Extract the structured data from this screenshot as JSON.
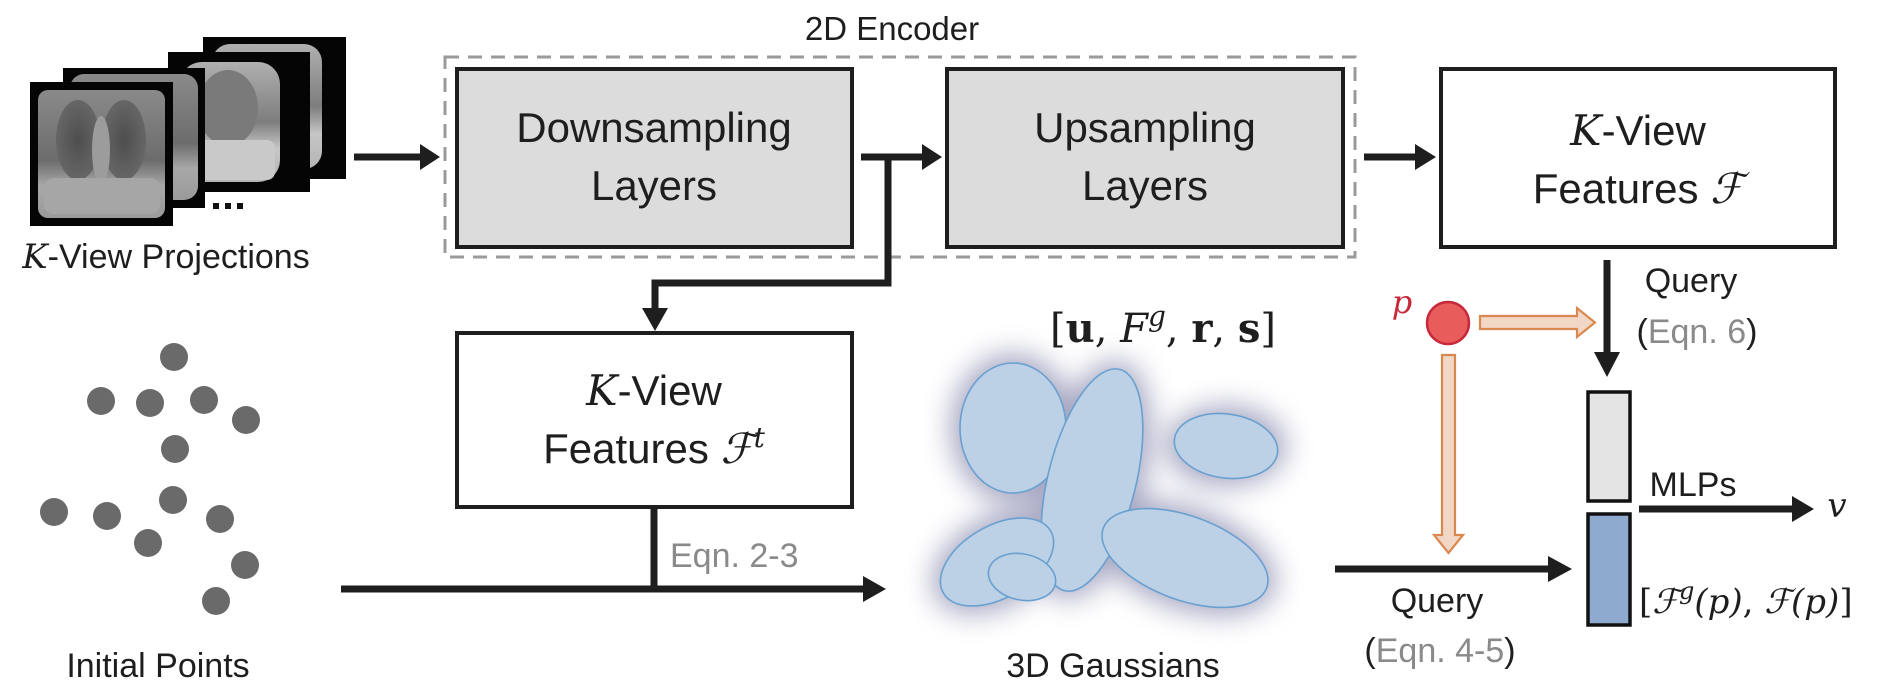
{
  "title": "2D Encoder to 3D Gaussians pipeline",
  "colors": {
    "line": "#1e1e1e",
    "encoder_box_fill": "#dcdcdc",
    "dashed_border": "#9a9a9a",
    "equation_ref_text": "#8a8a8a",
    "point_fill": "#6a6a6a",
    "gaussian_fill": "#bcd0e6",
    "gaussian_stroke": "#6aa0d0",
    "query_point_fill": "#e85c5c",
    "query_point_stroke": "#c8283a",
    "orange_arrow_fill": "#f2d6c6",
    "orange_arrow_stroke": "#d9884f",
    "feature_gray_fill": "#e4e4e4",
    "feature_blue_fill": "#8eabcf"
  },
  "projections": {
    "label_var": "K",
    "label_rest": "-View Projections",
    "ellipsis": "..."
  },
  "encoder": {
    "title": "2D Encoder",
    "downsampling": {
      "line1": "Downsampling",
      "line2": "Layers"
    },
    "upsampling": {
      "line1": "Upsampling",
      "line2": "Layers"
    }
  },
  "features_top": {
    "line1_var": "K",
    "line1_rest": "-View",
    "line2_text": "Features ",
    "line2_symbol": "ℱ"
  },
  "features_t": {
    "line1_var": "K",
    "line1_rest": "-View",
    "line2_text": "Features ",
    "line2_symbol": "ℱ",
    "line2_sup": "t"
  },
  "initial_points": {
    "label": "Initial Points",
    "count": 13
  },
  "eqn_2_3": "Eqn. 2-3",
  "gaussians": {
    "label": "3D Gaussians",
    "params_open": "[",
    "params_u": "u",
    "params_sep1": ", ",
    "params_F": "F",
    "params_g": "g",
    "params_sep2": ", ",
    "params_r": "r",
    "params_sep3": ", ",
    "params_s": "s",
    "params_close": "]",
    "count": 6
  },
  "query_point": {
    "label": "p"
  },
  "query_top": {
    "label": "Query",
    "eqn_open": "(",
    "eqn": "Eqn. 6",
    "eqn_close": ")"
  },
  "query_bottom": {
    "label": "Query",
    "eqn_open": "(",
    "eqn": "Eqn. 4-5",
    "eqn_close": ")"
  },
  "mlps": {
    "label": "MLPs",
    "output": "v"
  },
  "concat_features": {
    "open": "[",
    "F1": "ℱ",
    "g": "g",
    "arg1": "(p)",
    "comma": ", ",
    "F2": "ℱ",
    "arg2": "(p)",
    "close": "]"
  }
}
